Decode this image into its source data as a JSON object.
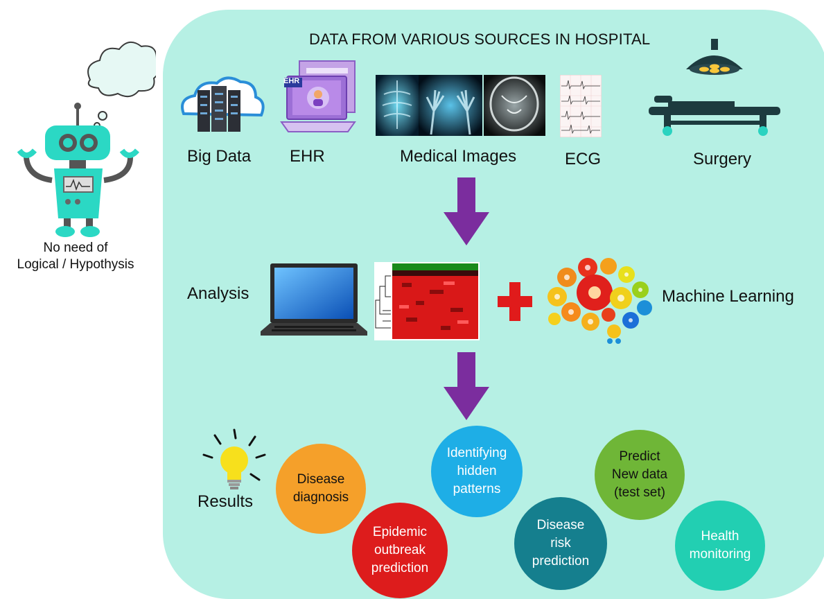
{
  "header": {
    "title": "DATA FROM VARIOUS SOURCES IN HOSPITAL"
  },
  "robot": {
    "caption": "No need of\nLogical / Hypothysis"
  },
  "sources": [
    {
      "label": "Big Data",
      "icon": "cloud-server-icon"
    },
    {
      "label": "EHR",
      "icon": "ehr-laptop-icon"
    },
    {
      "label": "Medical Images",
      "icon": "xray-images-icon"
    },
    {
      "label": "ECG",
      "icon": "ecg-chart-icon"
    },
    {
      "label": "Surgery",
      "icon": "surgery-bed-icon"
    }
  ],
  "analysis": {
    "label": "Analysis",
    "ml_label": "Machine Learning"
  },
  "ehr_icon_text": "EHR",
  "results": {
    "label": "Results",
    "items": [
      {
        "text": "Disease\ndiagnosis",
        "color": "#f5a02a"
      },
      {
        "text": "Epidemic\noutbreak\nprediction",
        "color": "#dd1c1c"
      },
      {
        "text": "Identifying\nhidden\npatterns",
        "color": "#1eaee6"
      },
      {
        "text": "Disease\nrisk\nprediction",
        "color": "#157f8e"
      },
      {
        "text": "Predict\nNew data\n(test set)",
        "color": "#6fb637"
      },
      {
        "text": "Health\nmonitoring",
        "color": "#22cfb2"
      }
    ]
  },
  "colors": {
    "panel": "#b6f0e4",
    "arrow": "#7b2d9e",
    "plus": "#e01b1b"
  }
}
